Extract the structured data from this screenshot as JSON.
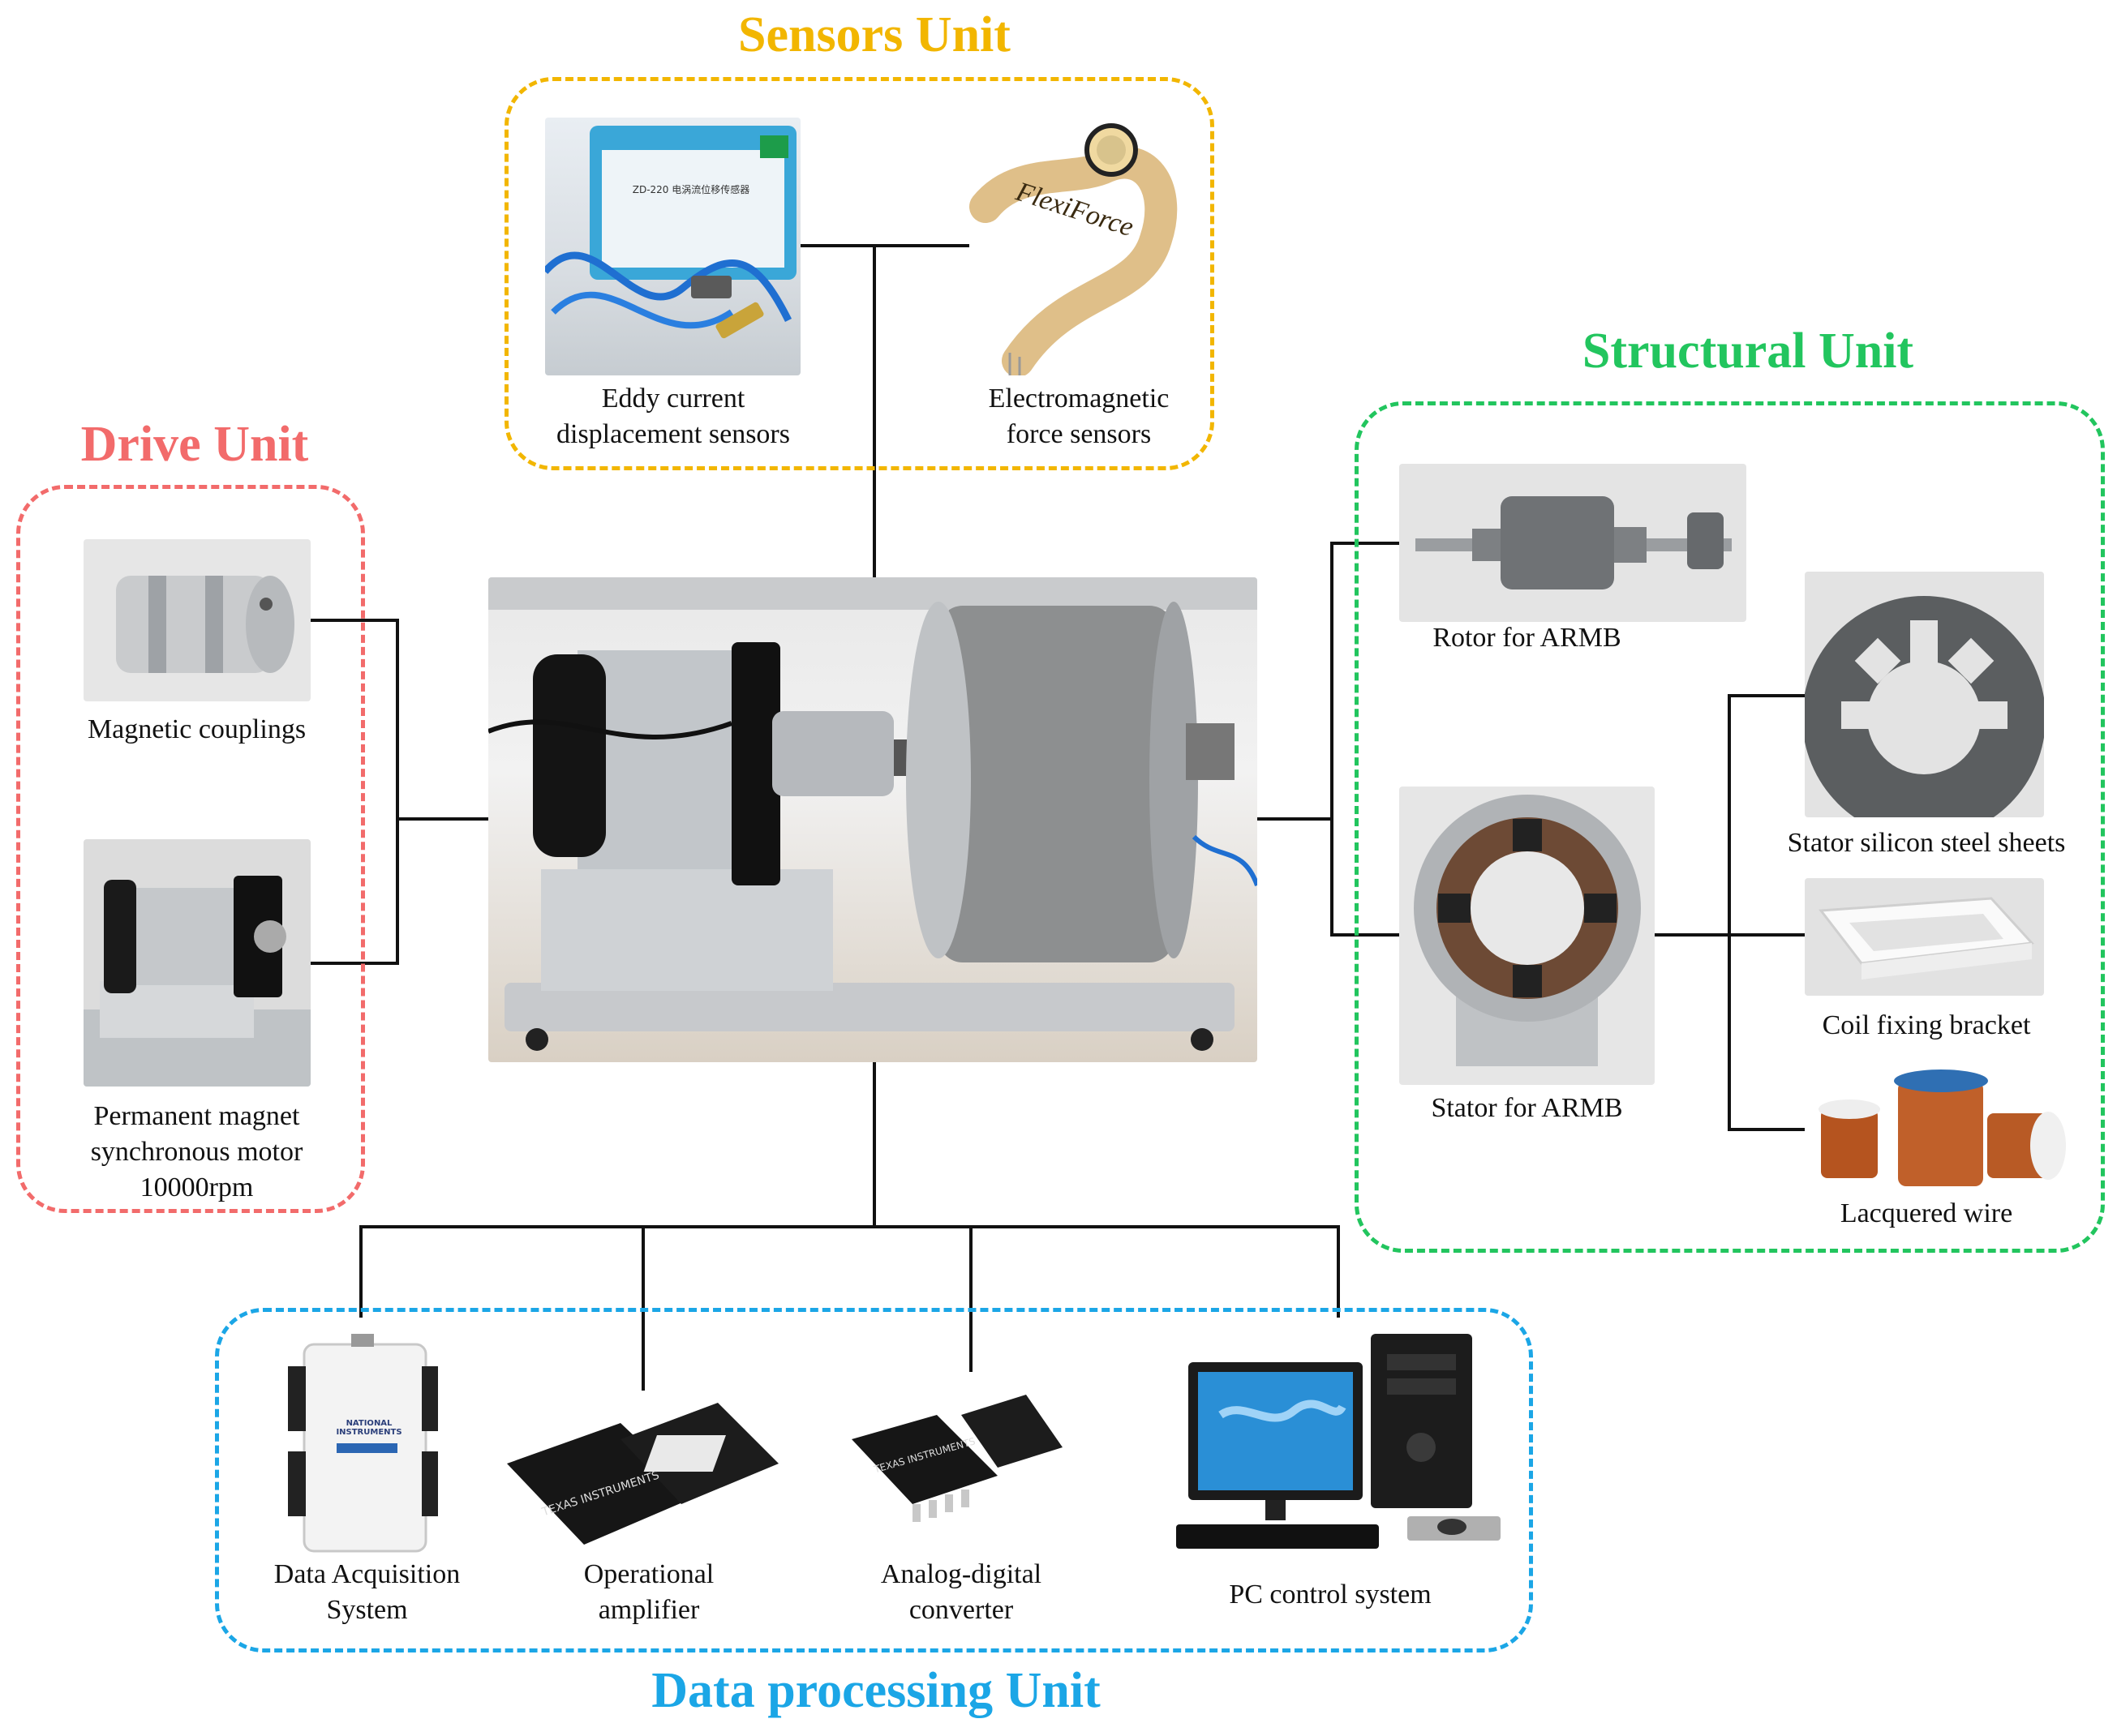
{
  "colors": {
    "sensors": "#f2b600",
    "drive": "#f26b6b",
    "structural": "#22c55e",
    "data": "#1ba6e6",
    "connector": "#111111"
  },
  "units": {
    "sensors": {
      "title": "Sensors Unit",
      "items": [
        {
          "caption": [
            "Eddy current",
            "displacement sensors"
          ],
          "photo_text": "ZD-220 电涡流位移传感器"
        },
        {
          "caption": [
            "Electromagnetic",
            "force sensors"
          ],
          "photo_text": "FlexiForce"
        }
      ]
    },
    "drive": {
      "title": "Drive Unit",
      "items": [
        {
          "caption": [
            "Magnetic couplings"
          ]
        },
        {
          "caption": [
            "Permanent magnet",
            "synchronous motor",
            "10000rpm"
          ]
        }
      ]
    },
    "structural": {
      "title": "Structural Unit",
      "items": [
        {
          "caption": [
            "Rotor for ARMB"
          ]
        },
        {
          "caption": [
            "Stator for ARMB"
          ]
        },
        {
          "caption": [
            "Stator silicon steel sheets"
          ]
        },
        {
          "caption": [
            "Coil fixing bracket"
          ]
        },
        {
          "caption": [
            "Lacquered wire"
          ]
        }
      ]
    },
    "data": {
      "title": "Data processing Unit",
      "items": [
        {
          "caption": [
            "Data Acquisition",
            "System"
          ],
          "photo_text": "NATIONAL INSTRUMENTS"
        },
        {
          "caption": [
            "Operational",
            "amplifier"
          ],
          "photo_text": "TEXAS INSTRUMENTS"
        },
        {
          "caption": [
            "Analog-digital",
            "converter"
          ],
          "photo_text": "TEXAS INSTRUMENTS"
        },
        {
          "caption": [
            "PC control system"
          ]
        }
      ]
    }
  }
}
